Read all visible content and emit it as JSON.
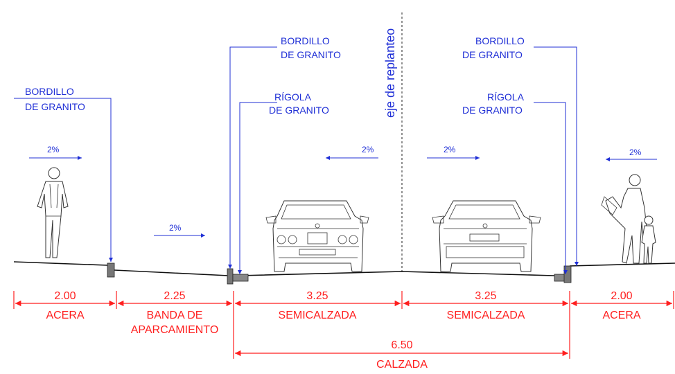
{
  "axis_label": "eje de replanteo",
  "callouts": {
    "left_curb": [
      "BORDILLO",
      "DE GRANITO"
    ],
    "center_curb": [
      "BORDILLO",
      "DE GRANITO"
    ],
    "center_rigola": [
      "RÍGOLA",
      "DE GRANITO"
    ],
    "right_curb": [
      "BORDILLO",
      "DE GRANITO"
    ],
    "right_rigola": [
      "RÍGOLA",
      "DE GRANITO"
    ]
  },
  "slopes": [
    "2%",
    "2%",
    "2%",
    "2%",
    "2%"
  ],
  "sections": [
    {
      "value": "2.00",
      "name": [
        "ACERA"
      ]
    },
    {
      "value": "2.25",
      "name": [
        "BANDA DE",
        "APARCAMIENTO"
      ]
    },
    {
      "value": "3.25",
      "name": [
        "SEMICALZADA"
      ]
    },
    {
      "value": "3.25",
      "name": [
        "SEMICALZADA"
      ]
    },
    {
      "value": "2.00",
      "name": [
        "ACERA"
      ]
    }
  ],
  "total": {
    "value": "6.50",
    "name": "CALZADA"
  },
  "colors": {
    "annotation": "#1f2fd6",
    "dimension": "#ff1f1f",
    "ground": "#111111"
  }
}
